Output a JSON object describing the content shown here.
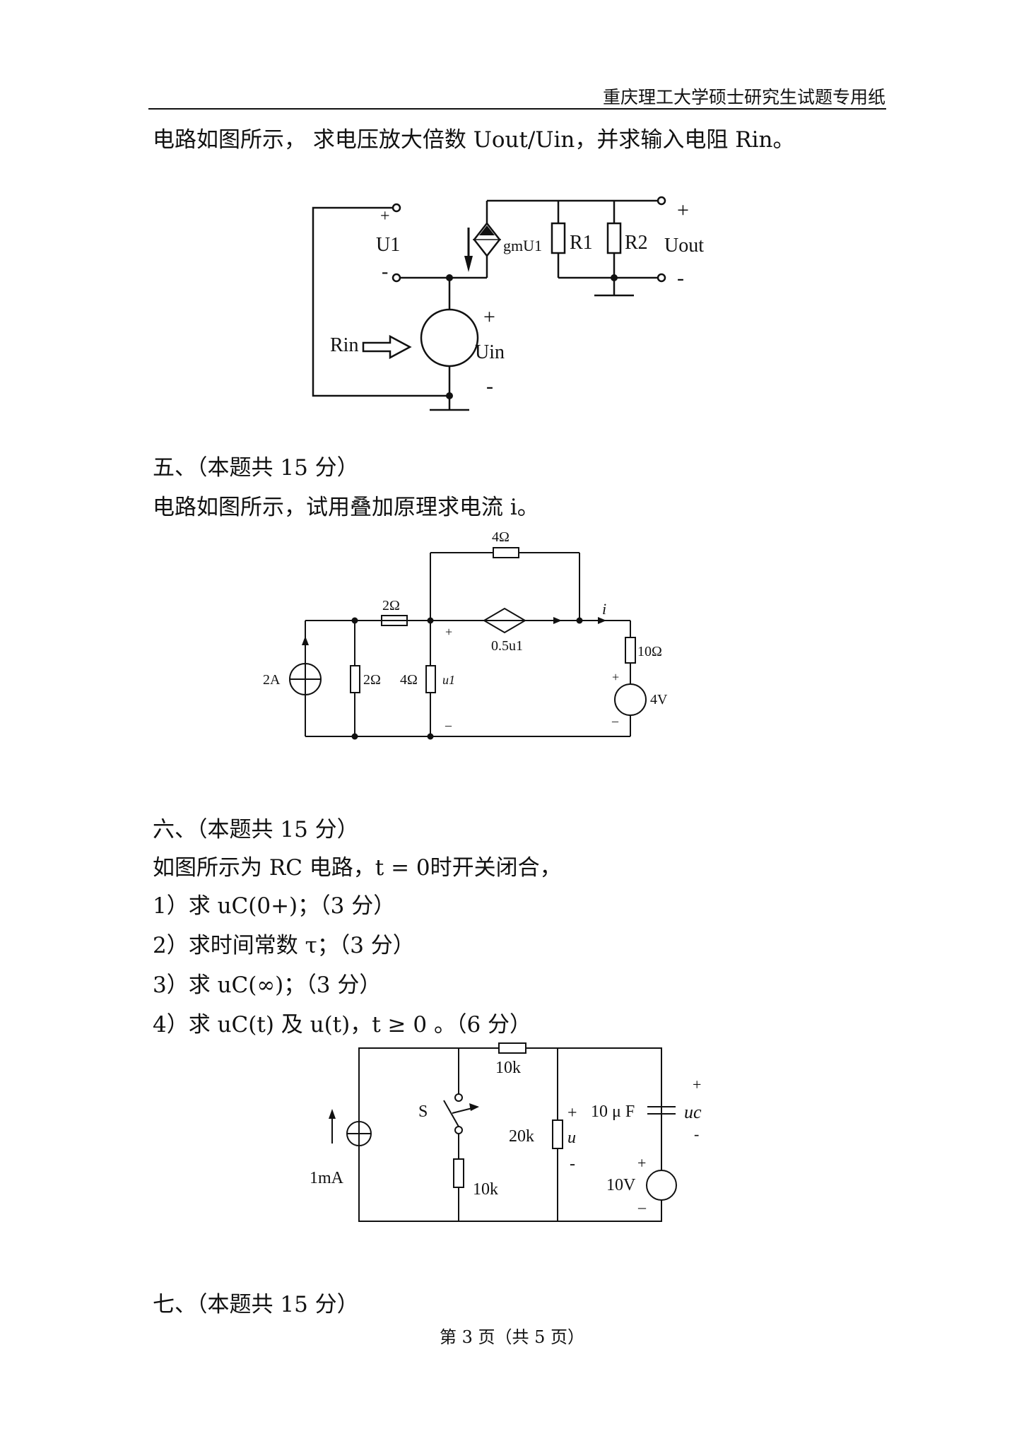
{
  "header": {
    "title": "重庆理工大学硕士研究生试题专用纸"
  },
  "q4": {
    "text": "电路如图所示， 求电压放大倍数 Uout/Uin，并求输入电阻 Rin。",
    "labels": {
      "u1_plus": "+",
      "u1": "U1",
      "u1_minus": "-",
      "dep_source": "gmU1",
      "r1": "R1",
      "r2": "R2",
      "uout_plus": "+",
      "uout": "Uout",
      "uout_minus": "-",
      "rin": "Rin",
      "uin_plus": "+",
      "uin": "Uin",
      "uin_minus": "-"
    }
  },
  "q5": {
    "heading": "五、（本题共 15 分）",
    "text": "电路如图所示，试用叠加原理求电流 i。",
    "labels": {
      "r_top": "4Ω",
      "r_series": "2Ω",
      "cs": "2A",
      "r_shunt": "2Ω",
      "r_u1": "4Ω",
      "u1": "u1",
      "plus": "+",
      "minus": "–",
      "dep": "0.5u1",
      "i": "i",
      "r_right": "10Ω",
      "vs_plus": "+",
      "vs": "4V",
      "vs_minus": "–"
    }
  },
  "q6": {
    "heading": "六、（本题共 15 分）",
    "intro": "如图所示为 RC 电路，t = 0时开关闭合，",
    "items": [
      "1）求 uC(0+)；（3 分）",
      "2）求时间常数 τ；（3 分）",
      "3）求 uC(∞)；（3 分）",
      "4）求 uC(t) 及 u(t)，t ≥ 0 。（6 分）"
    ],
    "labels": {
      "cs": "1mA",
      "switch": "S",
      "r_top": "10k",
      "r_switch": "10k",
      "r_mid": "20k",
      "u_plus": "+",
      "u": "u",
      "u_minus": "-",
      "cap": "10 μ F",
      "uc_plus": "+",
      "uc": "uc",
      "uc_minus": "-",
      "vs_plus": "+",
      "vs": "10V",
      "vs_minus": "–"
    }
  },
  "q7": {
    "heading": "七、（本题共 15 分）"
  },
  "footer": {
    "page": "第 3 页（共 5 页）"
  }
}
